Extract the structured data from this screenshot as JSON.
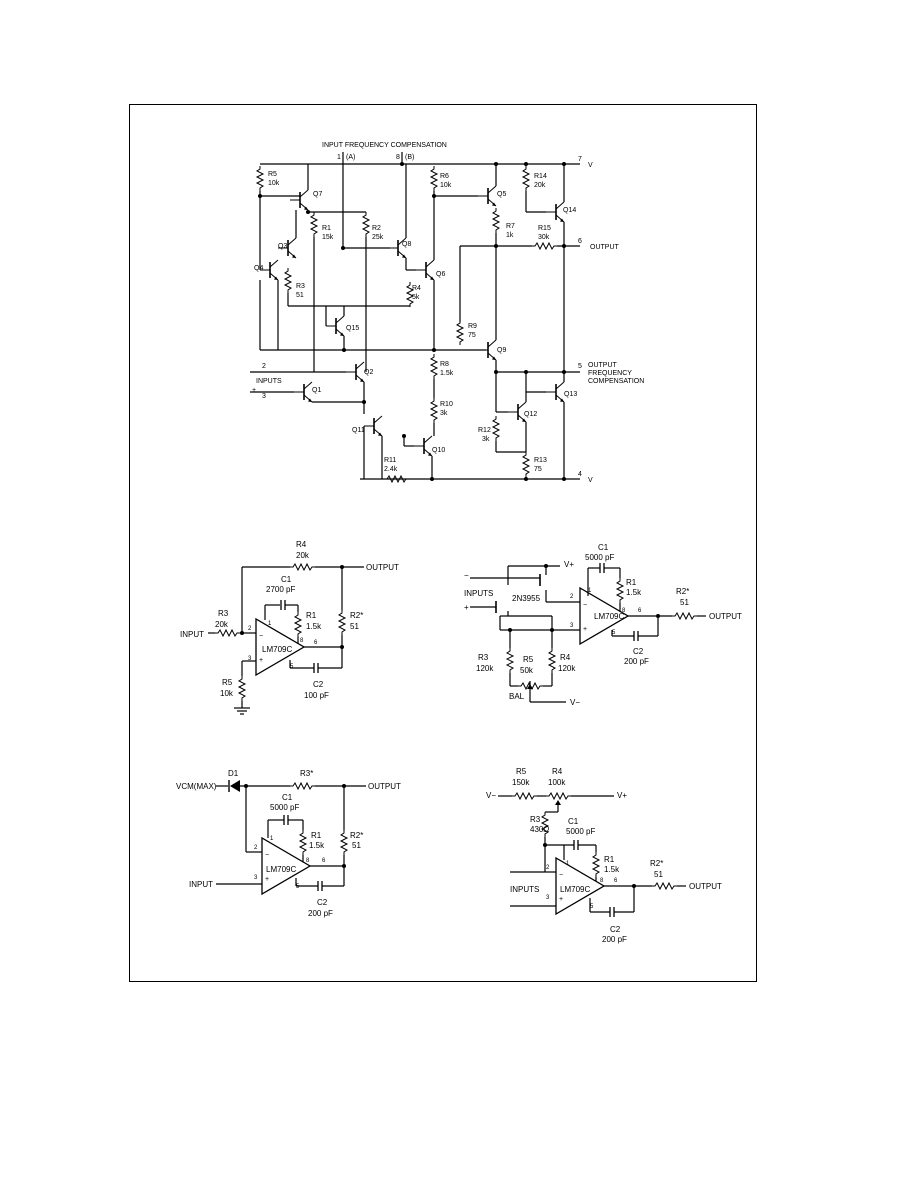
{
  "schematic": {
    "title": "INPUT FREQUENCY COMPENSATION",
    "pins": {
      "p1": "1",
      "p1b": "(A)",
      "p8": "8",
      "p8b": "(B)",
      "p7": "7",
      "p7v": "V",
      "p6": "6",
      "p5": "5",
      "p4": "4",
      "p4v": "V",
      "p2": "2",
      "p3": "3"
    },
    "output": "OUTPUT",
    "out_comp": [
      "OUTPUT",
      "FREQUENCY",
      "COMPENSATION"
    ],
    "inputs": "INPUTS",
    "minus": "−",
    "plus": "+",
    "labels": {
      "R5": "R5",
      "R5v": "10k",
      "R1": "R1",
      "R1v": "15k",
      "R2": "R2",
      "R2v": "25k",
      "R6": "R6",
      "R6v": "10k",
      "R14": "R14",
      "R14v": "20k",
      "R7": "R7",
      "R7v": "1k",
      "R15": "R15",
      "R15v": "30k",
      "R3": "R3",
      "R3v": "51",
      "R4": "R4",
      "R4v": "5k",
      "R9": "R9",
      "R9v": "75",
      "R8": "R8",
      "R8v": "1.5k",
      "R10": "R10",
      "R10v": "3k",
      "R12": "R12",
      "R12v": "3k",
      "R13": "R13",
      "R13v": "75",
      "R11": "R11",
      "R11v": "2.4k",
      "Q1": "Q1",
      "Q2": "Q2",
      "Q3": "Q3",
      "Q4": "Q4",
      "Q5": "Q5",
      "Q6": "Q6",
      "Q7": "Q7",
      "Q8": "Q8",
      "Q9": "Q9",
      "Q10": "Q10",
      "Q11": "Q11",
      "Q12": "Q12",
      "Q13": "Q13",
      "Q14": "Q14",
      "Q15": "Q15"
    }
  },
  "circuit_a": {
    "r4": "R4",
    "r4v": "20k",
    "output": "OUTPUT",
    "c1": "C1",
    "c1v": "2700 pF",
    "r3": "R3",
    "r3v": "20k",
    "input": "INPUT",
    "r1": "R1",
    "r1v": "1.5k",
    "r2": "R2*",
    "r2v": "51",
    "chip": "LM709C",
    "r5": "R5",
    "r5v": "10k",
    "c2": "C2",
    "c2v": "100 pF",
    "p1": "1",
    "p2": "2",
    "p3": "3",
    "p5": "5",
    "p6": "6",
    "p8": "8"
  },
  "circuit_b": {
    "vplus": "V+",
    "c1": "C1",
    "c1v": "5000 pF",
    "r1": "R1",
    "r1v": "1.5k",
    "inputs": "INPUTS",
    "fet": "2N3955",
    "r2": "R2*",
    "r2v": "51",
    "output": "OUTPUT",
    "chip": "LM709C",
    "r3": "R3",
    "r3v": "120k",
    "r5": "R5",
    "r5v": "50k",
    "r4": "R4",
    "r4v": "120k",
    "c2": "C2",
    "c2v": "200 pF",
    "bal": "BAL",
    "vminus": "V−",
    "p1": "1",
    "p2": "2",
    "p3": "3",
    "p5": "5",
    "p6": "6",
    "p8": "8"
  },
  "circuit_c": {
    "vcm": "VCM(MAX)",
    "d1": "D1",
    "r3": "R3*",
    "output": "OUTPUT",
    "c1": "C1",
    "c1v": "5000 pF",
    "r1": "R1",
    "r1v": "1.5k",
    "r2": "R2*",
    "r2v": "51",
    "chip": "LM709C",
    "input": "INPUT",
    "c2": "C2",
    "c2v": "200 pF",
    "p1": "1",
    "p2": "2",
    "p3": "3",
    "p5": "5",
    "p6": "6",
    "p8": "8"
  },
  "circuit_d": {
    "r5": "R5",
    "r5v": "150k",
    "r4": "R4",
    "r4v": "100k",
    "vminus": "V−",
    "vplus": "V+",
    "r3": "R3",
    "r3v": "430Ω",
    "c1": "C1",
    "c1v": "5000 pF",
    "r1": "R1",
    "r1v": "1.5k",
    "r2": "R2*",
    "r2v": "51",
    "inputs": "INPUTS",
    "chip": "LM709C",
    "output": "OUTPUT",
    "c2": "C2",
    "c2v": "200 pF",
    "p1": "1",
    "p2": "2",
    "p3": "3",
    "p5": "5",
    "p6": "6",
    "p8": "8"
  }
}
